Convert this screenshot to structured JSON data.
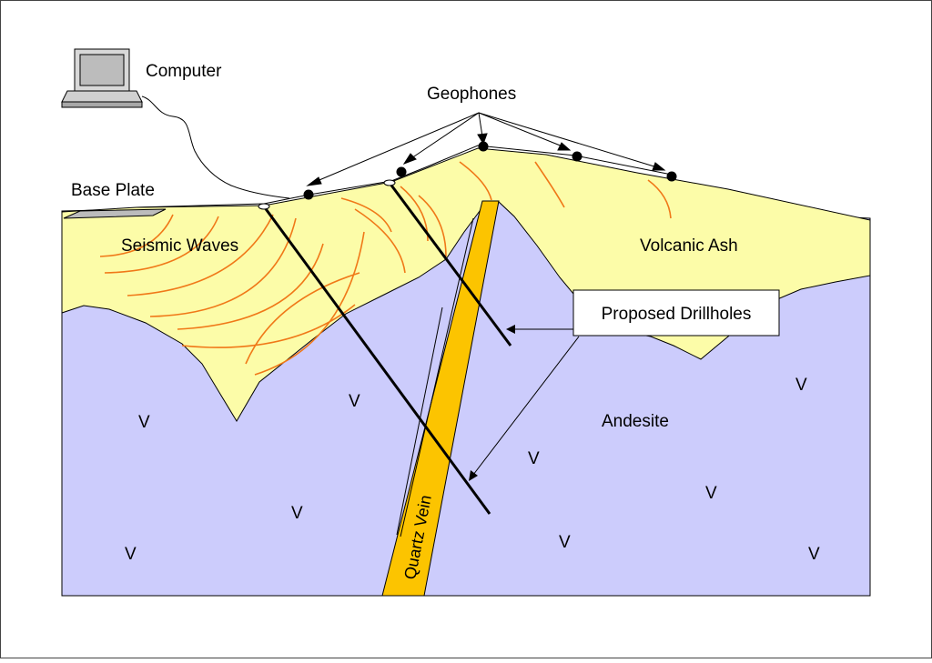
{
  "labels": {
    "computer": "Computer",
    "geophones": "Geophones",
    "base_plate": "Base Plate",
    "seismic_waves": "Seismic Waves",
    "volcanic_ash": "Volcanic Ash",
    "proposed_drillholes": "Proposed Drillholes",
    "andesite": "Andesite",
    "quartz_vein": "Quartz Vein"
  },
  "andesite_symbol": "V",
  "colors": {
    "andesite": "#ccccfc",
    "volcanic_ash": "#fcfca8",
    "quartz_vein": "#fcc400",
    "seismic_wave": "#f07818",
    "outline": "#000000"
  }
}
